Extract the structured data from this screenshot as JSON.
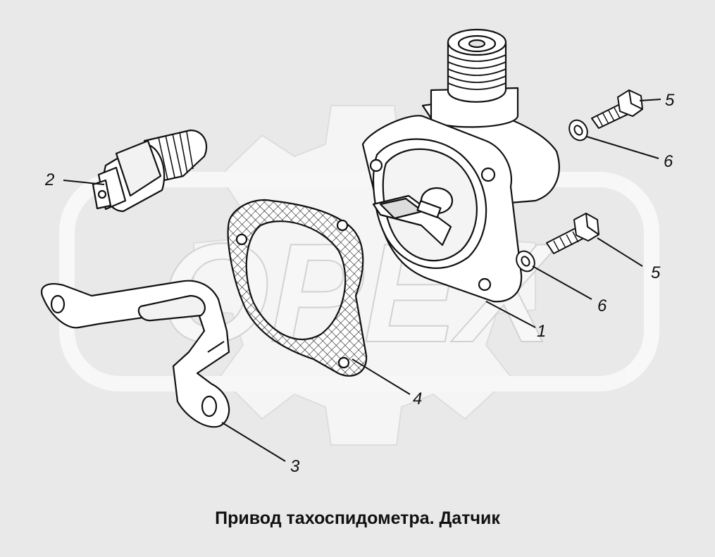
{
  "watermark": {
    "text": "OPEX",
    "style": "gear-and-rounded-frame"
  },
  "caption": "Привод тахоспидометра. Датчик",
  "callouts": [
    {
      "id": "c1",
      "label": "1"
    },
    {
      "id": "c2",
      "label": "2"
    },
    {
      "id": "c3",
      "label": "3"
    },
    {
      "id": "c4",
      "label": "4"
    },
    {
      "id": "c5a",
      "label": "5"
    },
    {
      "id": "c5b",
      "label": "5"
    },
    {
      "id": "c6a",
      "label": "6"
    },
    {
      "id": "c6b",
      "label": "6"
    }
  ],
  "colors": {
    "line": "#111111",
    "background": "#e9e9e9",
    "watermark": "#ffffff",
    "part_fill": "#ffffff"
  }
}
